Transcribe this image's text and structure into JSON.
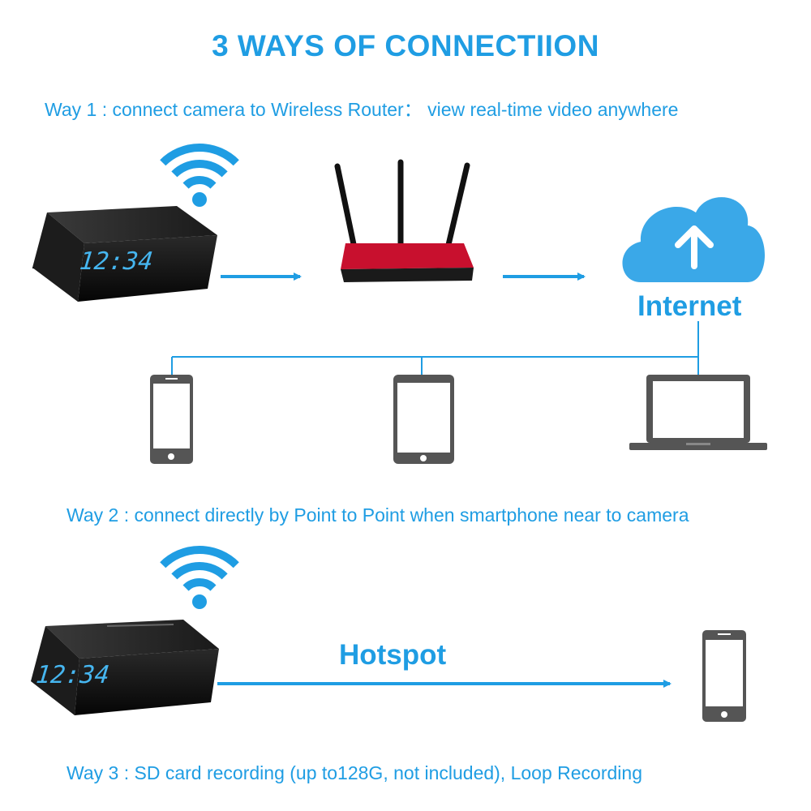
{
  "title": "3 WAYS OF CONNECTIION",
  "way1": "Way 1 : connect camera to Wireless Router： view real-time video anywhere",
  "way2": "Way 2 : connect directly by Point to Point when smartphone near to camera",
  "way3": "Way 3 : SD card recording (up to128G, not included), Loop Recording",
  "internet_label": "Internet",
  "hotspot_label": "Hotspot",
  "clock_time": "12:34",
  "colors": {
    "accent": "#1f9de3",
    "device_gray": "#555555",
    "cloud": "#3aa8e8",
    "router_red": "#c8102e",
    "clock_body": "#111111",
    "clock_digits": "#46b6f0"
  },
  "icons": [
    "wifi-icon",
    "clock-camera",
    "router",
    "cloud-upload-icon",
    "smartphone-icon",
    "tablet-icon",
    "laptop-icon",
    "arrow-right"
  ]
}
